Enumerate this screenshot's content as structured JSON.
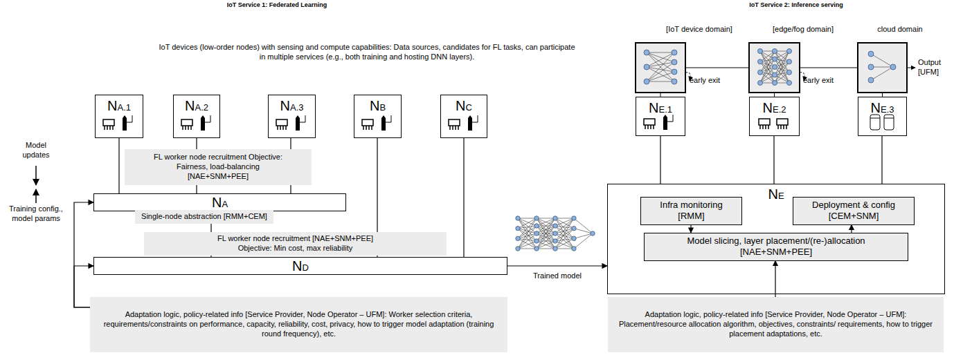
{
  "diagram": {
    "nodes": [
      {
        "text": [
          "NA.1"
        ]
      },
      {
        "text": [
          "NA.2"
        ]
      },
      {
        "text": [
          "NA.3"
        ]
      },
      {
        "text": [
          "NB"
        ]
      },
      {
        "text": [
          "NC"
        ]
      },
      {
        "text": [
          "FL worker node recruitment Objective: Fairness, load-balancing [NAE+SNM+PEE]"
        ]
      },
      {
        "text": [
          "NA"
        ]
      },
      {
        "text": [
          "Single-node abstraction [RMM+CEM]"
        ]
      },
      {
        "text": [
          "FL worker node recruitment [NAE+SNM+PEE] Objective: Min cost, max reliability"
        ]
      },
      {
        "text": [
          "ND"
        ]
      },
      {
        "text": [
          "Adaptation logic, policy-related info [Service Provider, Node Operator – UFM]: Worker selection criteria, requirements/constraints on performance, capacity, reliability, cost, privacy, how to trigger model adaptation (training round frequency), etc."
        ]
      },
      {
        "text": [
          "NE.1"
        ]
      },
      {
        "text": [
          "NE.2"
        ]
      },
      {
        "text": [
          "NE.3"
        ]
      },
      {
        "text": [
          "NE"
        ]
      },
      {
        "text": [
          "Infra monitoring [RMM]"
        ],
        "in": 14
      },
      {
        "text": [
          "Deployment & config [CEM+SNM]"
        ],
        "in": 14
      },
      {
        "text": [
          "Model slicing, layer placement/(re-)allocation [NAE+SNM+PEE]"
        ],
        "in": 14
      },
      {
        "text": [
          "Adaptation logic, policy-related info [Service Provider, Node Operator – UFM]: Placement/resource allocation algorithm, objectives, constraints/ requirements, how to trigger placement adaptations, etc."
        ]
      }
    ],
    "edges": [
      {
        "from": 0,
        "to": 6,
        "arrow": "none"
      },
      {
        "from": 1,
        "to": 6,
        "arrow": "none"
      },
      {
        "from": 2,
        "to": 6,
        "arrow": "none"
      },
      {
        "from": 6,
        "to": 9,
        "arrow": "none"
      },
      {
        "from": 3,
        "to": 9,
        "arrow": "none"
      },
      {
        "from": 4,
        "to": 9,
        "arrow": "none"
      },
      {
        "from": 9,
        "to": 14,
        "label": "Trained model",
        "arrow": "to"
      },
      {
        "from": 10,
        "to": 6,
        "arrow": "to"
      },
      {
        "from": 10,
        "to": 9,
        "arrow": "to"
      },
      {
        "from": 11,
        "to": 14,
        "arrow": "none"
      },
      {
        "from": 12,
        "to": 14,
        "arrow": "none"
      },
      {
        "from": 13,
        "to": 14,
        "arrow": "none"
      },
      {
        "from": 15,
        "to": 17,
        "arrow": "to"
      },
      {
        "from": 17,
        "to": 16,
        "arrow": "to"
      },
      {
        "from": 18,
        "to": 17,
        "arrow": "to"
      }
    ],
    "labels": [
      "IoT Service 1: Federated Learning",
      "IoT devices (low-order nodes) with sensing and compute capabilities: Data sources, candidates for FL tasks, can participate in multiple services (e.g., both training and hosting DNN layers).",
      "Model updates",
      "Training config., model params",
      "IoT Service 2: Inference serving",
      "[IoT device domain]",
      "[edge/fog domain]",
      "cloud domain",
      "early exit",
      "early exit",
      "Output [UFM]"
    ]
  }
}
